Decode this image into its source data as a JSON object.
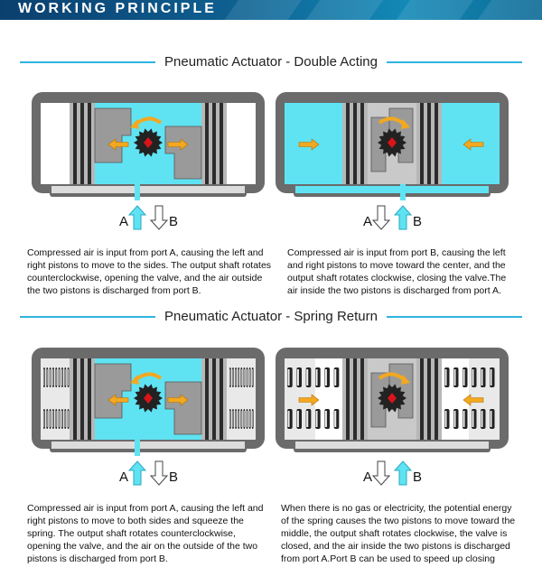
{
  "banner": {
    "title": "WORKING PRINCIPLE"
  },
  "sections": [
    {
      "title": "Pneumatic Actuator - Double Acting",
      "diagrams": [
        {
          "port_a": "A",
          "port_b": "B",
          "caption": [
            "Compressed air is input from port A, causing the left and",
            "right pistons to move to the sides. The output shaft rotates",
            "counterclockwise, opening the valve, and the air outside",
            "the two pistons is discharged from port B."
          ]
        },
        {
          "port_a": "A",
          "port_b": "B",
          "caption": [
            "Compressed air is input from port B, causing the left",
            "and right pistons to move toward the center, and the",
            "output shaft rotates clockwise, closing the valve.The",
            "air inside the two pistons is discharged from port A."
          ]
        }
      ]
    },
    {
      "title": "Pneumatic Actuator - Spring Return",
      "diagrams": [
        {
          "port_a": "A",
          "port_b": "B",
          "caption": [
            "Compressed air is input from port A, causing the left and",
            "right pistons to move to both sides and squeeze the",
            "spring. The output shaft rotates counterclockwise,",
            "opening the valve, and the air on the outside of the two",
            "pistons is discharged from port B."
          ]
        },
        {
          "port_a": "A",
          "port_b": "B",
          "caption": [
            "When there is no gas or electricity, the potential energy",
            "of the spring causes the two pistons to move toward the",
            "middle, the output shaft rotates clockwise, the valve is",
            "closed, and the air inside the two pistons is discharged",
            "from port A.Port B can be used to speed up closing"
          ]
        }
      ]
    }
  ],
  "colors": {
    "air": "#5fe3f3",
    "housing": "#6b6b6b",
    "body": "#c9c9c9",
    "arrow": "#f2a820",
    "gear": "#222222",
    "shaft_mark": "#d9141a",
    "accent_line": "#2fb4e0",
    "banner": "#0e5d8e"
  }
}
